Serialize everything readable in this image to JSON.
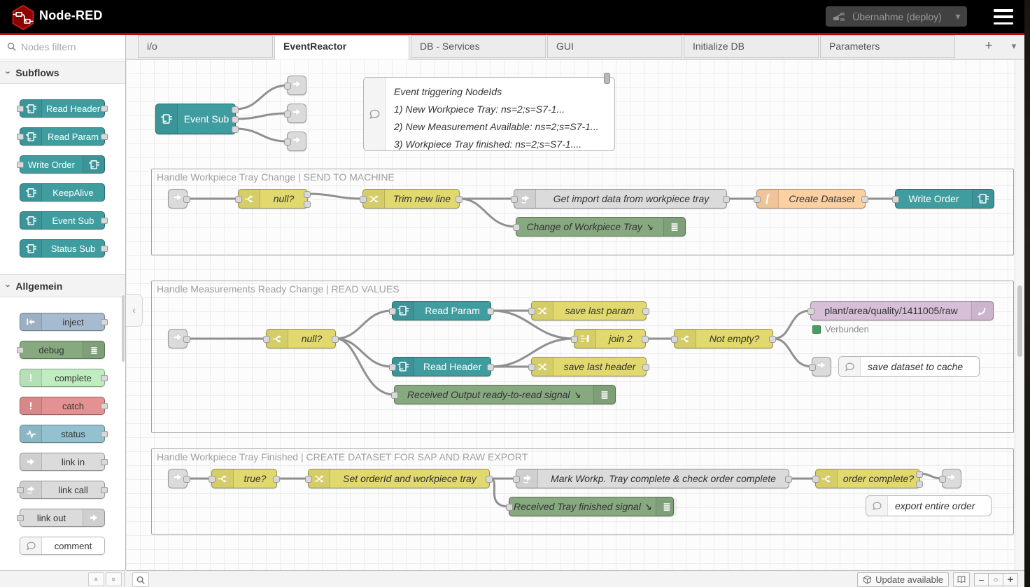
{
  "header": {
    "title": "Node-RED",
    "deploy_label": "Übernahme (deploy)"
  },
  "palette": {
    "search_placeholder": "Nodes filtern",
    "subflows_label": "Subflows",
    "subflows": [
      "Read Header",
      "Read Param",
      "Write Order",
      "KeepAlive",
      "Event Sub",
      "Status Sub"
    ],
    "allgemein_label": "Allgemein",
    "allgemein": [
      "inject",
      "debug",
      "complete",
      "catch",
      "status",
      "link in",
      "link call",
      "link out",
      "comment"
    ]
  },
  "tabs": {
    "items": [
      "i/o",
      "EventReactor",
      "DB - Services",
      "GUI",
      "Initialize DB",
      "Parameters"
    ],
    "active": "EventReactor"
  },
  "flow": {
    "event_sub": "Event Sub",
    "note": {
      "l1": "Event triggering NodeIds",
      "l2": "1) New Workpiece Tray: ns=2;s=S7-1...",
      "l3": "2) New Measurement Available: ns=2;s=S7-1...",
      "l4": "3) Workpiece Tray finished: ns=2;s=S7-1...."
    },
    "g1": {
      "title": "Handle Workpiece Tray Change | SEND TO MACHINE",
      "null": "null?",
      "trim": "Trim new line",
      "import": "Get import data from workpiece tray",
      "dataset": "Create Dataset",
      "write": "Write Order",
      "debug": "Change of Workpiece Tray ↘"
    },
    "g2": {
      "title": "Handle Measurements Ready Change | READ VALUES",
      "null": "null?",
      "readparam": "Read Param",
      "readheader": "Read Header",
      "slp": "save last param",
      "slh": "save last header",
      "join": "join 2",
      "notempty": "Not empty?",
      "mqtt": "plant/area/quality/1411005/raw",
      "status": "Verbunden",
      "debug": "Received Output ready-to-read signal ↘",
      "note": "save dataset to cache"
    },
    "g3": {
      "title": "Handle Workpiece Tray Finished | CREATE DATASET FOR SAP AND RAW EXPORT",
      "true": "true?",
      "setorder": "Set orderId and workpiece tray",
      "mark": "Mark Workp. Tray complete & check order complete",
      "debug": "Received Tray finished signal ↘",
      "order": "order complete?",
      "note": "export entire order"
    }
  },
  "footer": {
    "update": "Update available"
  }
}
